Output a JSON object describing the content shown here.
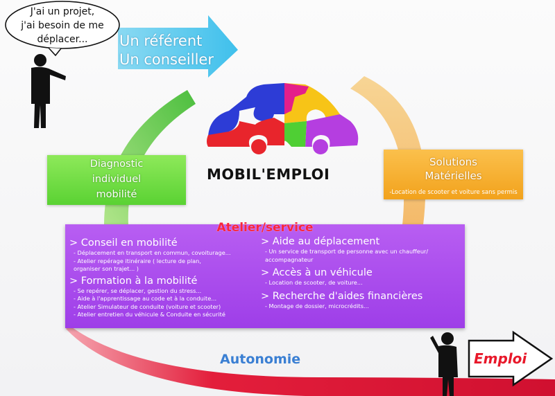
{
  "bubble": {
    "text": "J'ai un projet,\nj'ai besoin de me\ndéplacer..."
  },
  "arrow_referent": {
    "line1": "Un référent",
    "line2": "Un conseiller"
  },
  "logo": {
    "text": "MOBIL'EMPLOI"
  },
  "diagnostic": {
    "line1": "Diagnostic",
    "line2": "individuel",
    "line3": "mobilité"
  },
  "solutions": {
    "line1": "Solutions",
    "line2": "Matérielles",
    "sub": "-Location de scooter et voiture sans permis"
  },
  "atelier": {
    "title": "Atelier/service",
    "left": [
      {
        "heading": "> Conseil en mobilité",
        "items": [
          "- Déplacement en transport en commun, covoiturage...",
          "- Atelier repérage itinéraire ( lecture de plan,\norganiser son trajet... )"
        ]
      },
      {
        "heading": "> Formation à la mobilité",
        "items": [
          "- Se repérer, se déplacer, gestion du stress...",
          "- Aide à l'apprentissage au code et à la conduite...",
          "- Atelier Simulateur de conduite (voiture et scooter)",
          "- Atelier entretien du véhicule & Conduite en sécurité"
        ]
      }
    ],
    "right": [
      {
        "heading": "> Aide au déplacement",
        "items": [
          "- Un service de transport de personne avec un chauffeur/\naccompagnateur"
        ]
      },
      {
        "heading": "> Accès à un véhicule",
        "items": [
          "- Location de scooter, de voiture..."
        ]
      },
      {
        "heading": "> Recherche d'aides financières",
        "items": [
          "- Montage de dossier, microcrédits..."
        ]
      }
    ]
  },
  "autonomie": {
    "text": "Autonomie"
  },
  "emploi": {
    "text": "Emploi"
  },
  "colors": {
    "green": "#5ad233",
    "orange": "#f2a21c",
    "purple": "#a445ec",
    "cyan": "#5bc8ec",
    "red": "#e8182a",
    "blue": "#3a7fd3"
  }
}
